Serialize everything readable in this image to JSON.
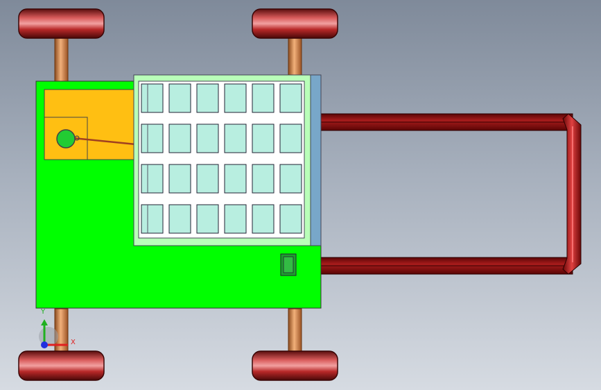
{
  "viewport": {
    "background_top": "#7f8a9a",
    "background_bottom": "#d6dbe2"
  },
  "model": {
    "wheels": {
      "count": 4,
      "color": "#8b1a1a"
    },
    "axles": {
      "count": 4,
      "color": "#c8723a"
    },
    "chassis": {
      "color": "#00ff00",
      "outline": "#333333"
    },
    "battery_box": {
      "color": "#ffbf12"
    },
    "switch": {
      "color": "#22cc33"
    },
    "solar_panel": {
      "frame_color": "#b9ffb9",
      "cell_color": "#b8eee0",
      "rows": 4,
      "cols": 6,
      "side_strip_color": "#78a7c9"
    },
    "handle": {
      "color": "#8b0f0f"
    },
    "connector": {
      "color": "#1f9e2f"
    }
  },
  "triad": {
    "x_label": "X",
    "y_label": "Y",
    "x_color": "#e02020",
    "y_color": "#20b020",
    "z_color": "#2030e0"
  }
}
